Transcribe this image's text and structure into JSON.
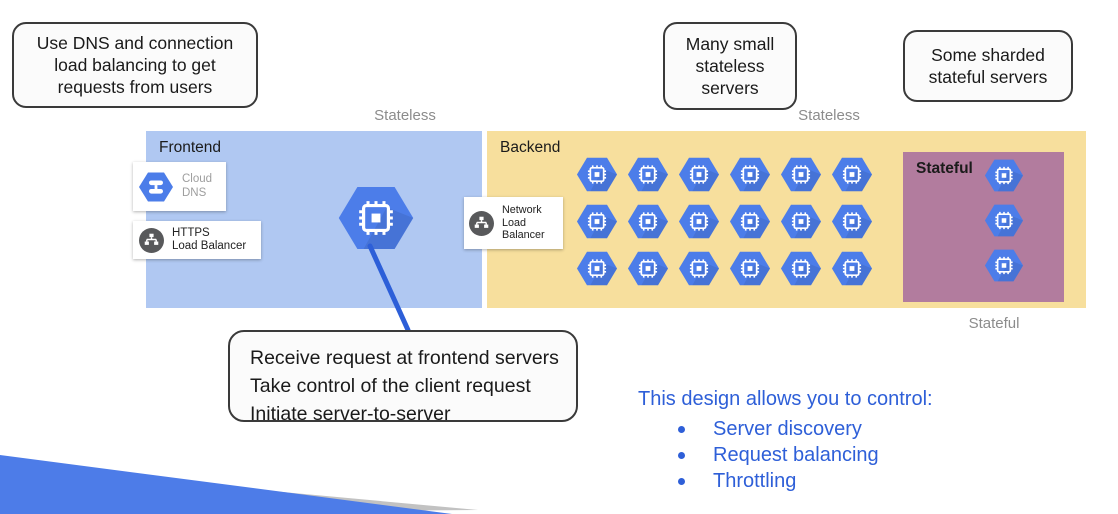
{
  "colors": {
    "hex_blue": "#4C7DE9",
    "frontend_bg": "#B0C8F2",
    "backend_bg": "#F7DF9D",
    "stateful_bg": "#B27C9E",
    "accent_blue_text": "#2E5FD8",
    "connector_blue": "#2D5FD8",
    "footer_blue": "#4D7CE8",
    "footer_gray": "#C2C2C2",
    "label_gray": "#8C8C8C",
    "card_text_gray": "#9E9E9E",
    "lb_icon_gray": "#58595B",
    "callout_border": "#3A3A3A",
    "callout_bg": "#FBFBFB"
  },
  "callouts": {
    "dns_note": {
      "lines": [
        "Use DNS and connection",
        "load balancing to get",
        "requests from users"
      ]
    },
    "stateless_note": {
      "lines": [
        "Many small",
        "stateless",
        "servers"
      ]
    },
    "stateful_note": {
      "lines": [
        "Some sharded",
        "stateful servers"
      ]
    },
    "frontend_flow_note": {
      "lines": [
        "Receive request at frontend servers",
        "Take control of the client request",
        "Initiate server-to-server"
      ]
    }
  },
  "band_labels": {
    "stateless_frontend": "Stateless",
    "stateless_backend": "Stateless",
    "stateful_bottom": "Stateful"
  },
  "regions": {
    "frontend": {
      "label": "Frontend"
    },
    "backend": {
      "label": "Backend"
    },
    "stateful": {
      "label": "Stateful"
    }
  },
  "cards": {
    "cloud_dns": {
      "lines": [
        "Cloud",
        "DNS"
      ]
    },
    "https_lb": {
      "lines": [
        "HTTPS",
        "Load Balancer"
      ]
    },
    "network_lb": {
      "lines": [
        "Network",
        "Load",
        "Balancer"
      ]
    }
  },
  "servers": {
    "frontend_count": 1,
    "backend_count": 18,
    "stateful_count": 3
  },
  "control_list": {
    "title": "This design allows you to control:",
    "items": [
      "Server discovery",
      "Request balancing",
      "Throttling"
    ]
  }
}
